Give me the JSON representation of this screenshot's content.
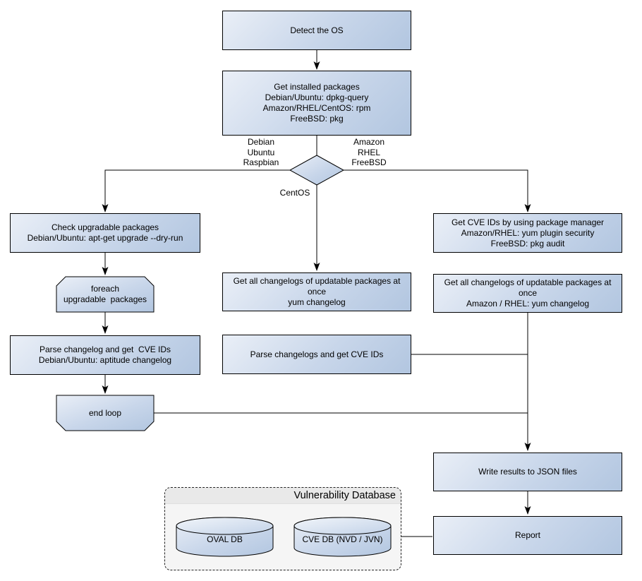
{
  "colors": {
    "node_fill_start": "#eaeff7",
    "node_fill_end": "#b2c6e0",
    "stroke": "#000000",
    "db_panel_bg": "#f5f5f5",
    "db_header_bg": "#e9e9e9"
  },
  "nodes": {
    "detect_os": {
      "label": "Detect the OS"
    },
    "get_installed": {
      "label": "Get installed packages\nDebian/Ubuntu: dpkg-query\nAmazon/RHEL/CentOS: rpm\nFreeBSD: pkg"
    },
    "decision": {
      "left_label": "Debian\nUbuntu\nRaspbian",
      "right_label": "Amazon\nRHEL\nFreeBSD",
      "bottom_label": "CentOS"
    },
    "check_upgradable": {
      "label": "Check upgradable packages\nDebian/Ubuntu: apt-get upgrade --dry-run"
    },
    "foreach_loop": {
      "label": "foreach\nupgradable  packages"
    },
    "parse_changelog_deb": {
      "label": "Parse changelog and get  CVE IDs\nDebian/Ubuntu: aptitude changelog"
    },
    "end_loop": {
      "label": "end loop"
    },
    "get_changelogs_centos": {
      "label": "Get all changelogs of updatable packages at once\nyum changelog"
    },
    "parse_changelogs_centos": {
      "label": "Parse changelogs and get CVE IDs"
    },
    "get_cve_pkg_mgr": {
      "label": "Get CVE IDs by using package manager\nAmazon/RHEL: yum plugin security\nFreeBSD: pkg audit"
    },
    "get_changelogs_rhel": {
      "label": "Get all changelogs of updatable packages at once\nAmazon / RHEL: yum changelog"
    },
    "write_json": {
      "label": "Write results to JSON files"
    },
    "report": {
      "label": "Report"
    }
  },
  "database": {
    "title": "Vulnerability Database",
    "cylinders": [
      {
        "label": "OVAL DB"
      },
      {
        "label": "CVE DB (NVD / JVN)"
      }
    ]
  }
}
